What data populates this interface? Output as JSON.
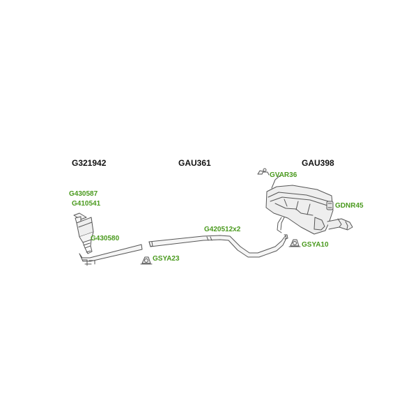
{
  "colors": {
    "part_label": "#4a9a1e",
    "heading": "#111111",
    "outline": "#555555",
    "fill": "#eeeeee"
  },
  "sections": {
    "front": {
      "code": "G321942"
    },
    "middle": {
      "code": "GAU361"
    },
    "rear": {
      "code": "GAU398"
    }
  },
  "parts": {
    "cat_1": "G430587",
    "cat_2": "G410541",
    "flex_pipe": "G430580",
    "mount_front": "GSYA23",
    "pipe_connector": "G420512x2",
    "clamp_rear": "GVAR36",
    "rubber_mount": "GDNR45",
    "mount_rear": "GSYA10"
  },
  "icons": {
    "clamp": "clamp-icon",
    "mount": "rubber-mount-icon",
    "hanger": "hanger-icon"
  }
}
